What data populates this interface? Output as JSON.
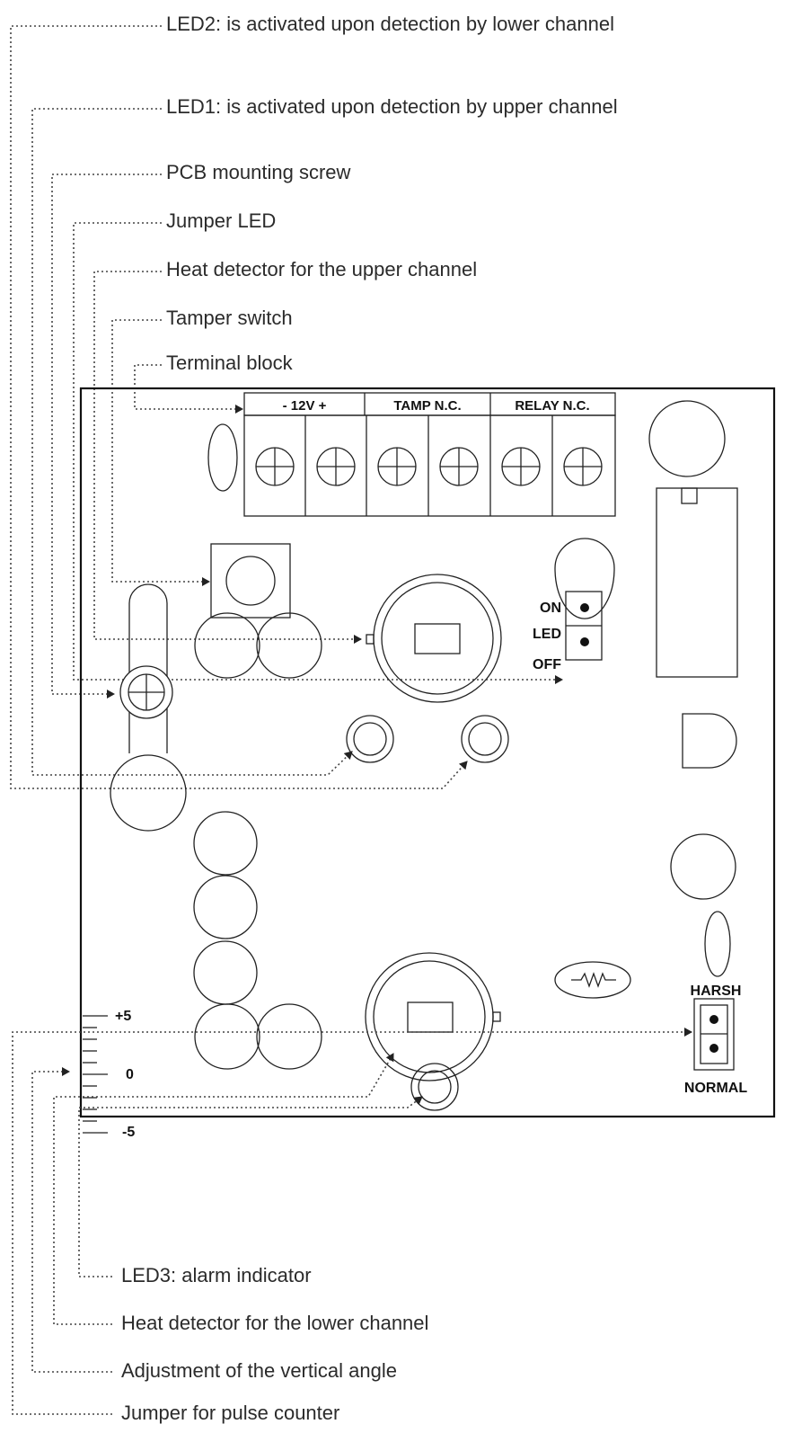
{
  "callouts_top": [
    "LED2: is activated upon detection by lower channel",
    "LED1: is activated upon detection by upper channel",
    "PCB mounting screw",
    "Jumper LED",
    "Heat detector for the upper channel",
    "Tamper switch",
    "Terminal block"
  ],
  "callouts_bottom": [
    "LED3: alarm indicator",
    "Heat detector for the lower channel",
    "Adjustment of the vertical angle",
    "Jumper for pulse counter"
  ],
  "terminal_headers": [
    "- 12V +",
    "TAMP N.C.",
    "RELAY N.C."
  ],
  "jumper_led": {
    "on": "ON",
    "led": "LED",
    "off": "OFF"
  },
  "jumper_pulse": {
    "harsh": "HARSH",
    "normal": "NORMAL"
  },
  "angle_scale": [
    "+5",
    "0",
    "-5"
  ]
}
